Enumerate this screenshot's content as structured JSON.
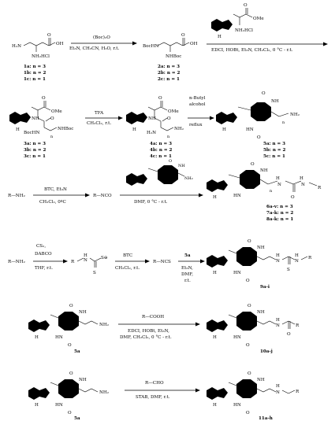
{
  "reagents": {
    "boc2o": "(Boc)₂O",
    "r1_cond": "Et₃N, CH₃CN, H₂O, r.t.",
    "r2_cond": "EDCI, HOBt, Et₃N, CH₂Cl₂, 0 °C - r.t.",
    "tfa": "TFA",
    "tfa_cond": "CH₂Cl₂, r.t.",
    "nbutyl": "n-Butyl",
    "alcohol": "alcohol",
    "reflux": "reflux",
    "btc_et3n": "BTC, Et₃N",
    "ch2cl2_0": "CH₂Cl₂, 0ºC",
    "dmf_cond": "DMF, 0 °C - r.t.",
    "cs2": "CS₂,",
    "dabco": "DABCO",
    "thf": "THF, r.t.",
    "btc": "BTC",
    "ch2cl2_rt": "CH₂Cl₂, r.t.",
    "et3n": "Et₃N,",
    "dmf": "DMF,",
    "rt": "r.t.",
    "rcooh": "R—COOH",
    "cooh_cond1": "EDCI, HOBt, Et₃N,",
    "cooh_cond2": "DMF, CH₂Cl₂, 0 °C - r.t.",
    "rcho": "R—CHO",
    "stab": "STAB, DMF, r.t."
  },
  "atoms": {
    "h2n": "H₂N",
    "oh": "OH",
    "o": "O",
    "nh2hcl": "NH₂HCl",
    "nhhcl": "NH",
    "hcl": "HCl",
    "bochn": "BocHN",
    "nhboc": "NHBoc",
    "nh": "NH",
    "n": "N",
    "ome": "OMe",
    "h2n2": "H₂N",
    "nh2": "NH₂",
    "hn": "HN",
    "h": "H",
    "r_nh2": "R—NH₂",
    "r_nco": "R—NCO",
    "r_ncs": "R—NCS",
    "r": "R",
    "s": "S",
    "sminus": "S⊖",
    "n_sub": "n",
    "five_a": "5a"
  },
  "compounds": {
    "c1": [
      "1a: n = 3",
      "1b: n = 2",
      "1c: n = 1"
    ],
    "c2": [
      "2a: n = 3",
      "2b: n = 2",
      "2c: n = 1"
    ],
    "c3": [
      "3a: n = 3",
      "3b: n = 2",
      "3c: n = 1"
    ],
    "c4": [
      "4a: n = 3",
      "4b: n = 2",
      "4c: n = 1"
    ],
    "c5": [
      "5a: n = 3",
      "5b: n = 2",
      "5c: n = 1"
    ],
    "c678": [
      "6a-v: n = 3",
      "7a-k: n = 2",
      "8a-k: n = 1"
    ],
    "c9": "9a-i",
    "c5a": "5a",
    "c10": "10a-j",
    "c11": "11a-h"
  }
}
